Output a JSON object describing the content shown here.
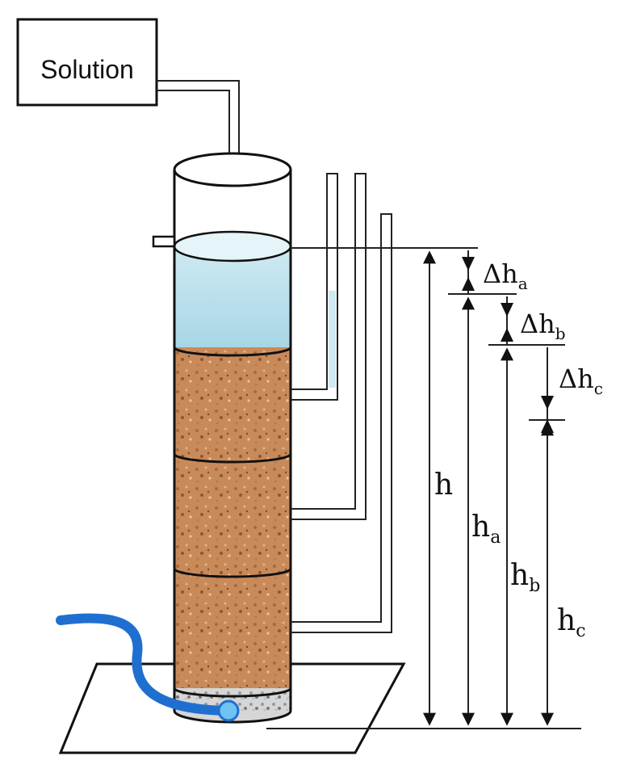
{
  "diagram": {
    "solution_box_label": "Solution",
    "dimensions": {
      "delta_a": {
        "delta": "Δh",
        "sub": "a"
      },
      "delta_b": {
        "delta": "Δh",
        "sub": "b"
      },
      "delta_c": {
        "delta": "Δh",
        "sub": "c"
      },
      "h": {
        "main": "h",
        "sub": ""
      },
      "h_a": {
        "main": "h",
        "sub": "a"
      },
      "h_b": {
        "main": "h",
        "sub": "b"
      },
      "h_c": {
        "main": "h",
        "sub": "c"
      }
    },
    "colors": {
      "water": "#bfe3ee",
      "water_light": "#e4f4f8",
      "soil": "#c98a5a",
      "soil_dark": "#a76a3e",
      "hose": "#1f6fd0",
      "outline": "#111111"
    }
  }
}
